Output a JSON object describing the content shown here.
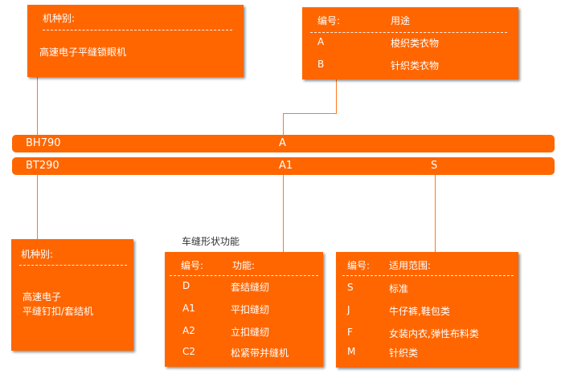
{
  "box_machine_top": {
    "title": "机种别:",
    "item": "高速电子平缝锁眼机"
  },
  "box_usage": {
    "code_header": "编号:",
    "use_header": "用途",
    "rows": [
      {
        "code": "A",
        "desc": "梭织类衣物"
      },
      {
        "code": "B",
        "desc": "针织类衣物"
      }
    ]
  },
  "bar_top": {
    "model": "BH790",
    "code": "A"
  },
  "bar_bottom": {
    "model": "BT290",
    "code1": "A1",
    "code2": "S"
  },
  "box_machine_bottom": {
    "title": "机种别:",
    "line1": "高速电子",
    "line2": "平缝钉扣/套结机"
  },
  "function_caption": "车缝形状功能",
  "box_function": {
    "code_header": "编号:",
    "func_header": "功能:",
    "rows": [
      {
        "code": "D",
        "desc": "套结缝纫"
      },
      {
        "code": "A1",
        "desc": "平扣缝纫"
      },
      {
        "code": "A2",
        "desc": "立扣缝纫"
      },
      {
        "code": "C2",
        "desc": "松紧带并缝机"
      }
    ]
  },
  "box_scope": {
    "code_header": "编号:",
    "scope_header": "适用范围:",
    "rows": [
      {
        "code": "S",
        "desc": "标准"
      },
      {
        "code": "J",
        "desc": "牛仔裤,鞋包类"
      },
      {
        "code": "F",
        "desc": "女装内衣,弹性布料类"
      },
      {
        "code": "M",
        "desc": "针织类"
      }
    ]
  },
  "colors": {
    "accent": "#ff6600",
    "text": "#ffffff",
    "caption": "#333333"
  }
}
